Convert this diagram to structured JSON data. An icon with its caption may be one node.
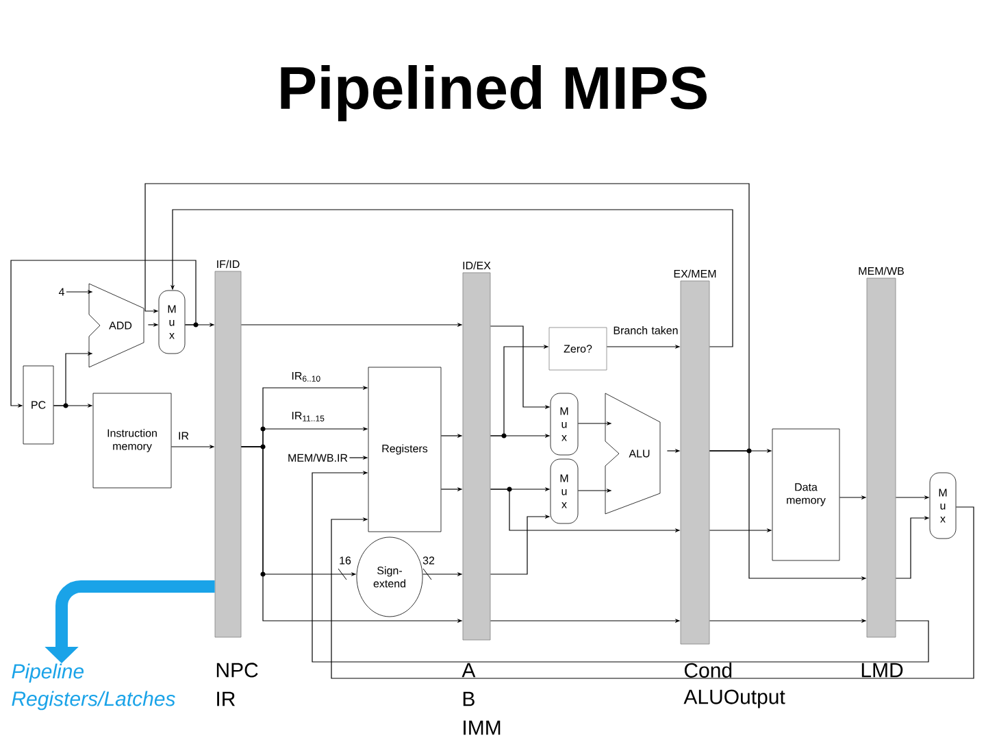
{
  "diagram": {
    "title": "Pipelined MIPS",
    "nodes": [
      {
        "text": [
          "4"
        ]
      },
      {
        "text": [
          "ADD"
        ]
      },
      {
        "text": [
          "M u x"
        ]
      },
      {
        "text": [
          "PC"
        ]
      },
      {
        "text": [
          "Instruction memory"
        ]
      },
      {
        "text": [
          "IF/ID"
        ]
      },
      {
        "text": [
          "MEM/WB.IR"
        ]
      },
      {
        "text": [
          "Registers"
        ]
      },
      {
        "text": [
          "Sign-extend"
        ]
      },
      {
        "text": [
          "ID/EX"
        ]
      },
      {
        "text": [
          "Zero?"
        ]
      },
      {
        "text": [
          "M u x"
        ]
      },
      {
        "text": [
          "M u x"
        ]
      },
      {
        "text": [
          "ALU"
        ]
      },
      {
        "text": [
          "EX/MEM"
        ]
      },
      {
        "text": [
          "Data memory"
        ]
      },
      {
        "text": [
          "MEM/WB"
        ]
      },
      {
        "text": [
          "M u x"
        ]
      },
      {
        "text": [
          "Pipeline Registers/Latches"
        ]
      }
    ],
    "edges": [
      {
        "from": 0,
        "to": 1,
        "arrow": "to"
      },
      {
        "from": 3,
        "to": 1,
        "arrow": "to"
      },
      {
        "from": 3,
        "to": 4,
        "arrow": "to"
      },
      {
        "from": 1,
        "to": 2,
        "arrow": "to"
      },
      {
        "from": 2,
        "to": 5,
        "arrow": "to"
      },
      {
        "from": 2,
        "to": 3,
        "arrow": "to"
      },
      {
        "from": 14,
        "to": 2,
        "arrow": "to"
      },
      {
        "from": 14,
        "to": 2,
        "arrow": "to"
      },
      {
        "from": 4,
        "to": 5,
        "arrow": "to",
        "label": "IR"
      },
      {
        "from": 5,
        "to": 9,
        "arrow": "to"
      },
      {
        "from": 5,
        "to": 7,
        "arrow": "to",
        "label": "IR$_{6..10}$"
      },
      {
        "from": 5,
        "to": 7,
        "arrow": "to",
        "label": "IR$_{11..15}$"
      },
      {
        "from": 6,
        "to": 7,
        "arrow": "to"
      },
      {
        "from": 5,
        "to": 8,
        "arrow": "to",
        "label": "16"
      },
      {
        "from": 5,
        "to": 9,
        "arrow": "to"
      },
      {
        "from": 7,
        "to": 9,
        "arrow": "to"
      },
      {
        "from": 7,
        "to": 9,
        "arrow": "to"
      },
      {
        "from": 8,
        "to": 9,
        "arrow": "to",
        "label": "32"
      },
      {
        "from": 9,
        "to": 10,
        "arrow": "to"
      },
      {
        "from": 9,
        "to": 11,
        "arrow": "to"
      },
      {
        "from": 9,
        "to": 11,
        "arrow": "to"
      },
      {
        "from": 9,
        "to": 12,
        "arrow": "to"
      },
      {
        "from": 9,
        "to": 12,
        "arrow": "to"
      },
      {
        "from": 11,
        "to": 13,
        "arrow": "to"
      },
      {
        "from": 12,
        "to": 13,
        "arrow": "to"
      },
      {
        "from": 10,
        "to": 14,
        "arrow": "to",
        "label": "Branch taken"
      },
      {
        "from": 13,
        "to": 14,
        "arrow": "to"
      },
      {
        "from": 9,
        "to": 14,
        "arrow": "to"
      },
      {
        "from": 9,
        "to": 14,
        "arrow": "to"
      },
      {
        "from": 14,
        "to": 15,
        "arrow": "to"
      },
      {
        "from": 14,
        "to": 15,
        "arrow": "to"
      },
      {
        "from": 14,
        "to": 16,
        "arrow": "to"
      },
      {
        "from": 14,
        "to": 16,
        "arrow": "to"
      },
      {
        "from": 15,
        "to": 16,
        "arrow": "to"
      },
      {
        "from": 16,
        "to": 17,
        "arrow": "to"
      },
      {
        "from": 16,
        "to": 17,
        "arrow": "to"
      },
      {
        "from": 17,
        "to": 7,
        "arrow": "to"
      },
      {
        "from": 16,
        "to": 7,
        "arrow": "to"
      },
      {
        "from": 5,
        "to": 18,
        "arrow": "to",
        "style": "thick",
        "color": "#1aa3e8"
      }
    ],
    "labels": [
      "NPC",
      "IR",
      "A",
      "B",
      "IMM",
      "Cond",
      "ALUOutput",
      "LMD"
    ]
  }
}
